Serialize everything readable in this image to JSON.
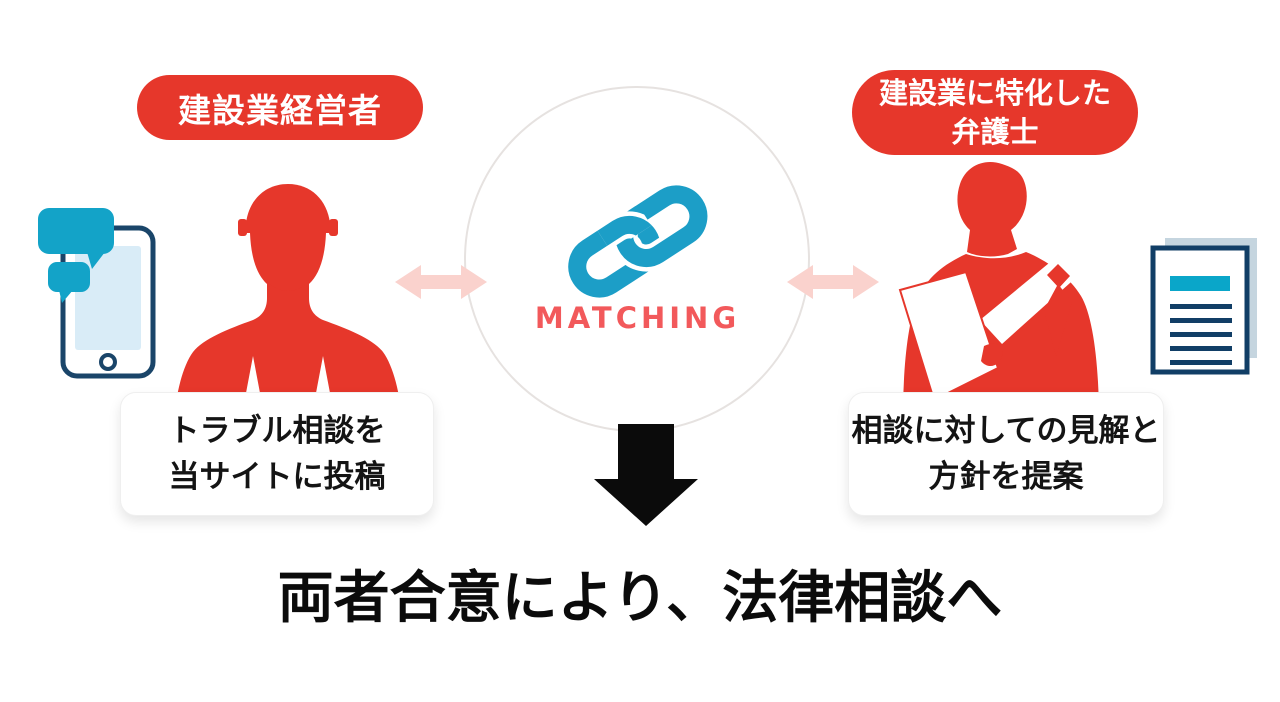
{
  "diagram": {
    "actor_left": {
      "badge": "建設業経営者",
      "note_line1": "トラブル相談を",
      "note_line2": "当サイトに投稿"
    },
    "actor_right": {
      "badge_line1": "建設業に特化した",
      "badge_line2": "弁護士",
      "note_line1": "相談に対しての見解と",
      "note_line2": "方針を提案"
    },
    "center": {
      "label": "MATCHING"
    },
    "headline": "両者合意により、法律相談へ",
    "icons": {
      "center": "chain-link-icon",
      "left_of_worker": "smartphone-chat-icon",
      "right_of_lawyer": "document-icon",
      "left_figure": "construction-worker-silhouette",
      "right_figure": "lawyer-silhouette",
      "between_left": "pink-double-arrow",
      "between_right": "pink-double-arrow",
      "below_circle": "black-down-arrow"
    },
    "colors": {
      "red": "#E6372B",
      "coral_text": "#F2595B",
      "chain_blue": "#1C9EC7",
      "bubble_teal": "#13A3C8",
      "phone_navy": "#1A4569",
      "document_navy": "#113E66",
      "document_teal_bar": "#0AA6C9",
      "screen_blue": "#D9ECF7",
      "back_page_gray": "#C5D5DF",
      "arrow_pink": "#FAD2CD",
      "circle_border": "#E6E2E0",
      "black": "#0B0B0B"
    }
  }
}
